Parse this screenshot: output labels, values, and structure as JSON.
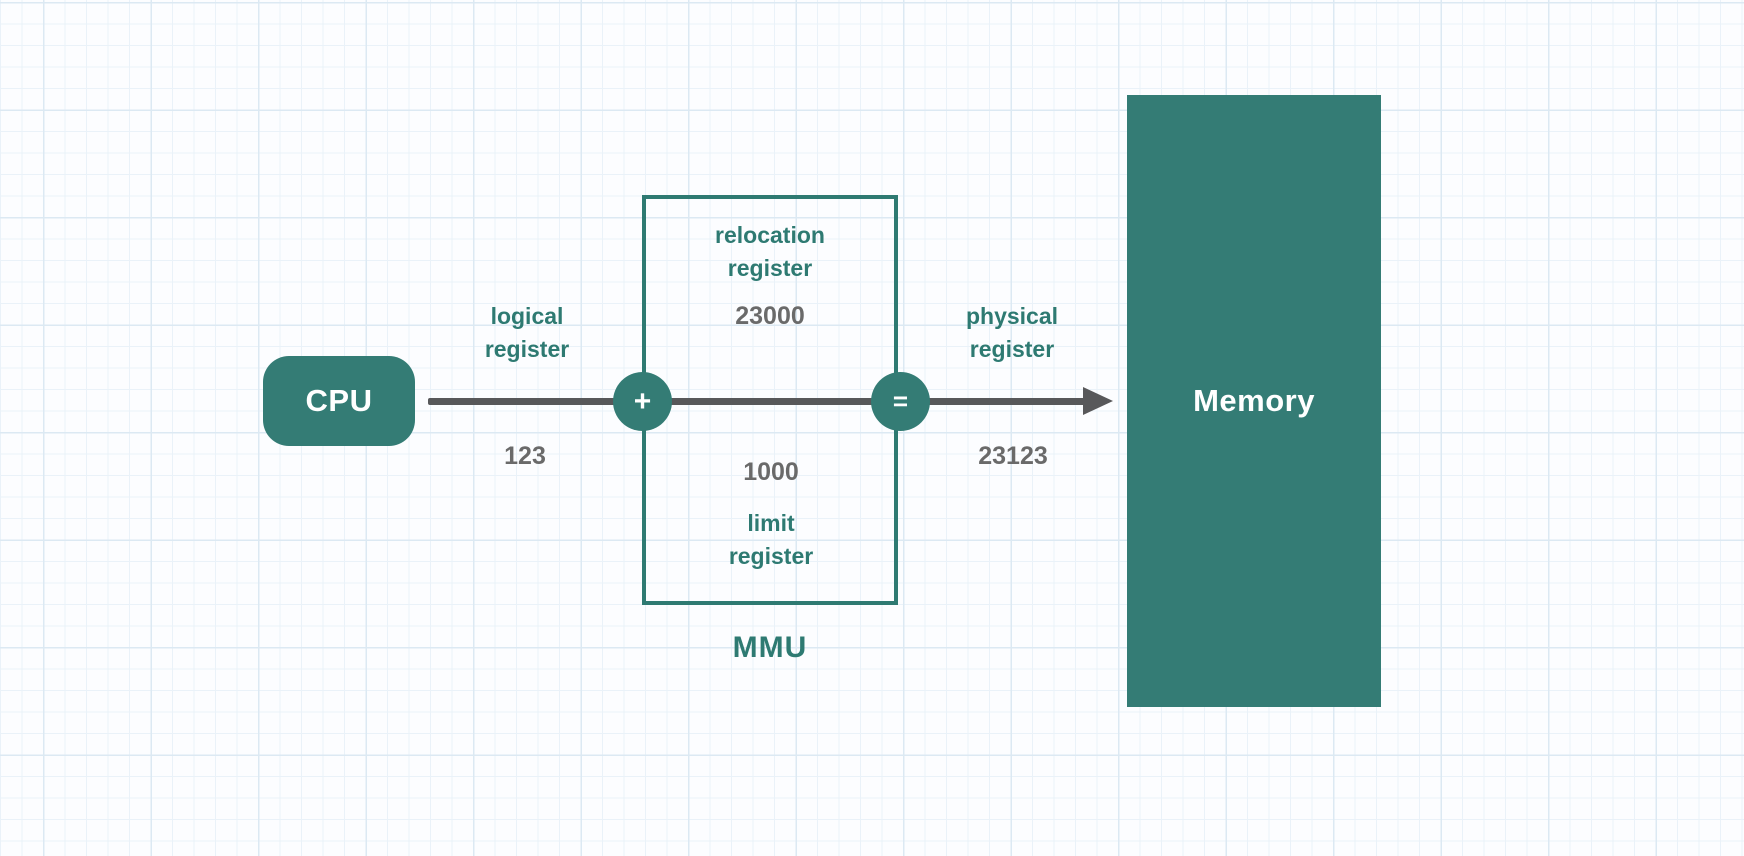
{
  "nodes": {
    "cpu": {
      "label": "CPU"
    },
    "memory": {
      "label": "Memory"
    },
    "mmu": {
      "label": "MMU"
    }
  },
  "registers": {
    "relocation": {
      "label": "relocation\nregister",
      "value": "23000"
    },
    "limit": {
      "label": "limit\nregister",
      "value": "1000"
    }
  },
  "buses": {
    "logical": {
      "label": "logical\nregister",
      "value": "123"
    },
    "physical": {
      "label": "physical\nregister",
      "value": "23123"
    }
  },
  "operators": {
    "add": "+",
    "equals": "="
  },
  "colors": {
    "teal": "#347c75",
    "teal-dark": "#2e7a72",
    "value-gray": "#6a6a6a",
    "arrow": "#58585a",
    "grid-minor": "#eaf2f9",
    "grid-major": "#dce9f3",
    "paper": "#fcfdff"
  }
}
